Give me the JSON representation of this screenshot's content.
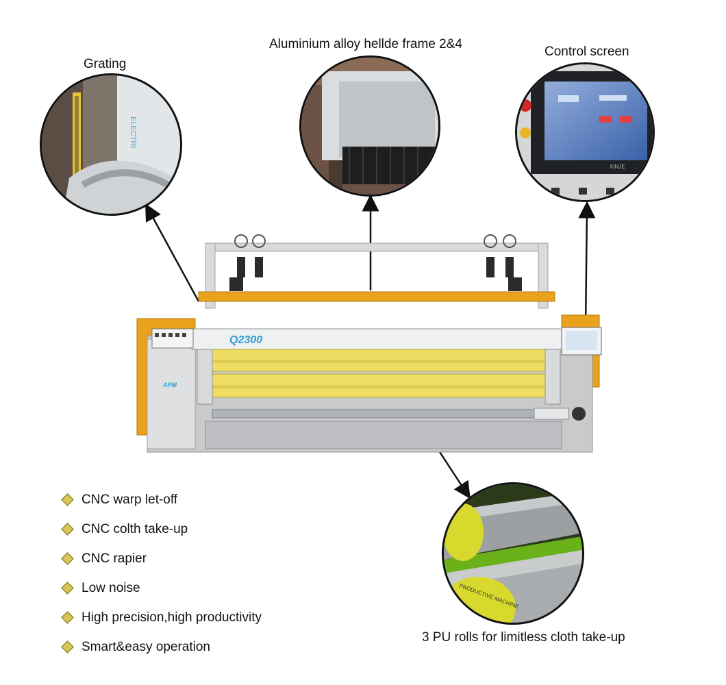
{
  "callouts": {
    "grating": "Grating",
    "heddle_frame": "Aluminium alloy hellde frame 2&4",
    "control_screen": "Control screen",
    "pu_rolls": "3 PU rolls for limitless cloth take-up"
  },
  "machine": {
    "model_label": "Q2300",
    "brand": "APM",
    "grating_text": "ELECTRI",
    "screen_brand": "XINJE",
    "roll_text": "PRODUCTIVE MACHINE"
  },
  "features": [
    "CNC warp let-off",
    "CNC colth take-up",
    "CNC rapier",
    "Low noise",
    "High precision,high productivity",
    "Smart&easy operation"
  ],
  "colors": {
    "frame_orange": "#e8a21c",
    "roll_yellow": "#eedc63",
    "body_gray": "#c9cacc",
    "accent_blue": "#2a9fd6"
  }
}
